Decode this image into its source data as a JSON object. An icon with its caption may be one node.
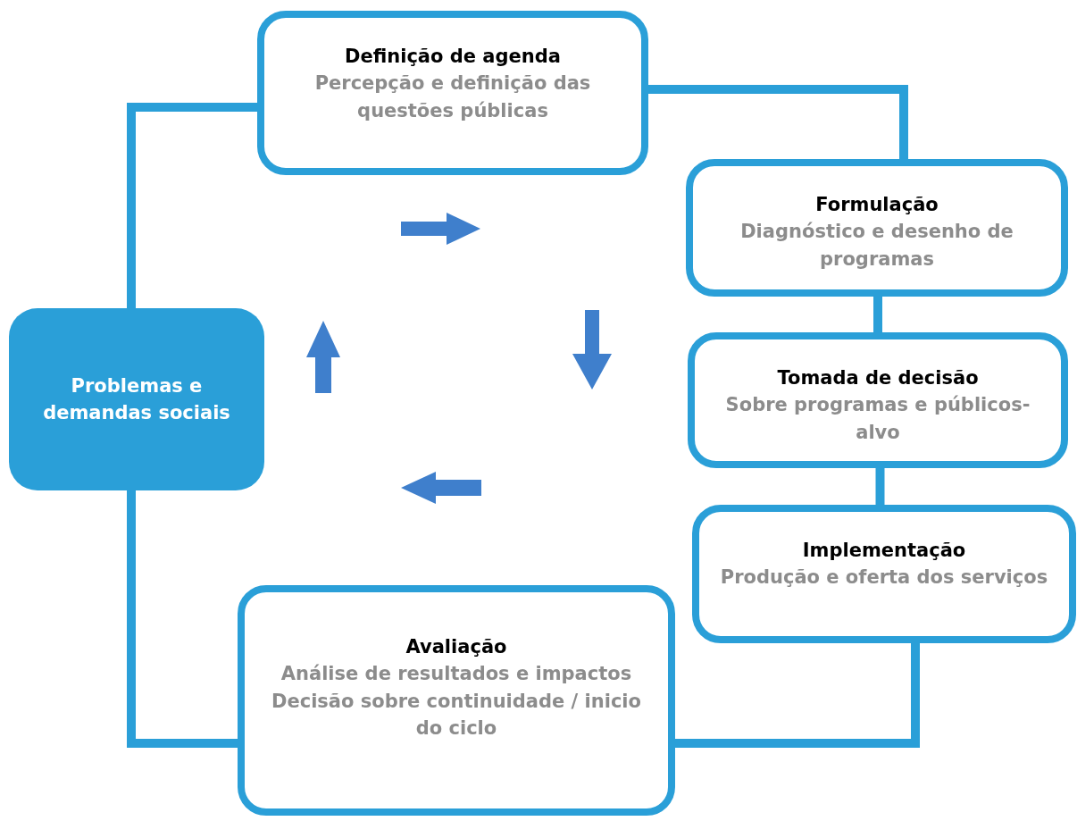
{
  "diagram": {
    "nodes": [
      {
        "text": [
          "Problemas e demandas sociais"
        ]
      },
      {
        "text": [
          "Definição de agenda",
          "Percepção e definição das questões públicas"
        ]
      },
      {
        "text": [
          "Formulação",
          "Diagnóstico e desenho de programas"
        ]
      },
      {
        "text": [
          "Tomada de decisão",
          "Sobre programas e públicos-alvo"
        ]
      },
      {
        "text": [
          "Implementação",
          "Produção e oferta dos serviços"
        ]
      },
      {
        "text": [
          "Avaliação",
          "Análise de resultados e impactos",
          "Decisão sobre continuidade / inicio do ciclo"
        ]
      }
    ],
    "edges": [
      {
        "from": 0,
        "to": 1,
        "arrow": "none"
      },
      {
        "from": 1,
        "to": 2,
        "arrow": "none"
      },
      {
        "from": 2,
        "to": 3,
        "arrow": "none"
      },
      {
        "from": 3,
        "to": 4,
        "arrow": "none"
      },
      {
        "from": 4,
        "to": 5,
        "arrow": "none"
      },
      {
        "from": 5,
        "to": 0,
        "arrow": "none"
      }
    ]
  }
}
